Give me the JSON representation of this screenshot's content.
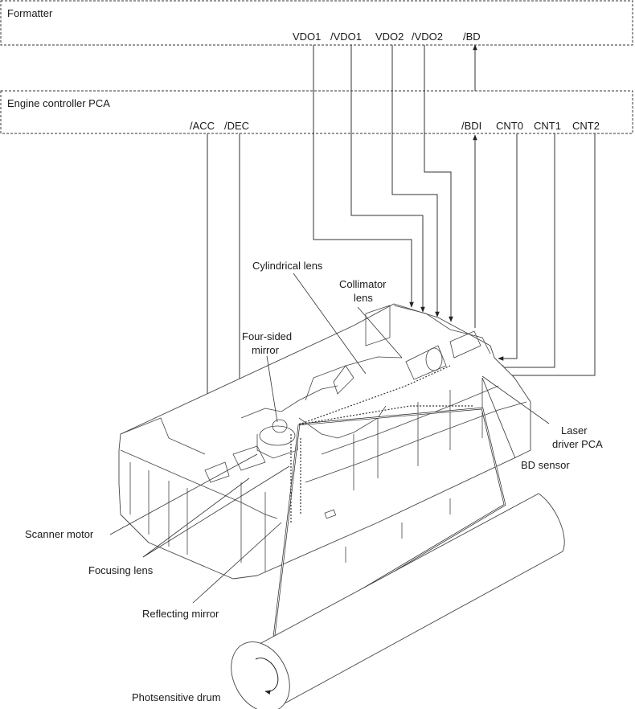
{
  "formatter": {
    "title": "Formatter",
    "signals": [
      "VDO1",
      "/VDO1",
      "VDO2",
      "/VDO2",
      "/BD"
    ]
  },
  "engine": {
    "title": "Engine controller PCA",
    "signals": [
      "/ACC",
      "/DEC",
      "/BDI",
      "CNT0",
      "CNT1",
      "CNT2"
    ]
  },
  "labels": {
    "cylindrical_lens": "Cylindrical lens",
    "collimator_lens_1": "Collimator",
    "collimator_lens_2": "lens",
    "four_sided_mirror_1": "Four-sided",
    "four_sided_mirror_2": "mirror",
    "laser_driver_1": "Laser",
    "laser_driver_2": "driver PCA",
    "bd_sensor": "BD sensor",
    "scanner_motor": "Scanner motor",
    "focusing_lens": "Focusing lens",
    "reflecting_mirror": "Reflecting mirror",
    "photosensitive_drum": "Photsensitive drum"
  }
}
